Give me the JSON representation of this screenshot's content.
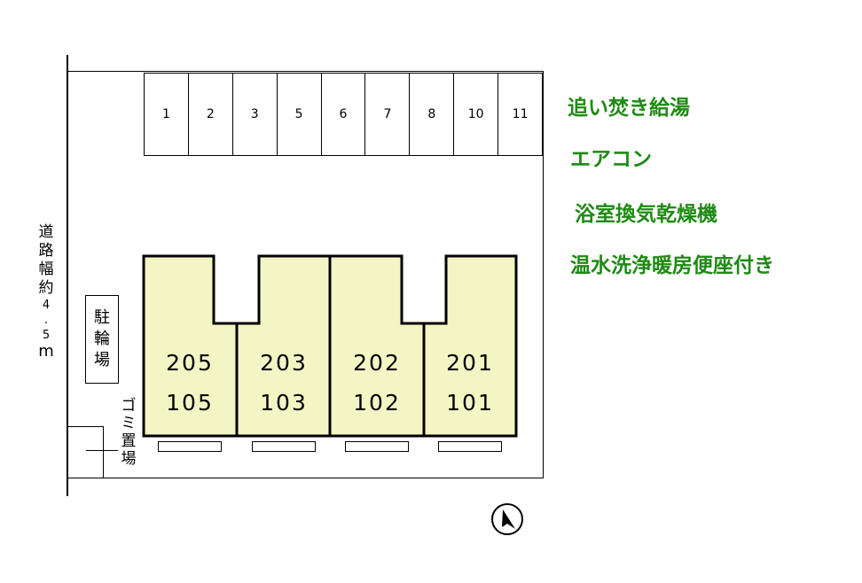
{
  "parking": {
    "spaces": [
      "1",
      "2",
      "3",
      "5",
      "6",
      "7",
      "8",
      "10",
      "11"
    ]
  },
  "road_label": {
    "chars": [
      "道",
      "路",
      "幅",
      "約"
    ],
    "value": [
      "4",
      ".",
      "5"
    ],
    "unit": "m"
  },
  "bicycle_parking": {
    "chars": [
      "駐",
      "輪",
      "場"
    ]
  },
  "garbage_area": {
    "chars": [
      "ゴ",
      "ミ",
      "置",
      "場"
    ]
  },
  "units": [
    {
      "upper": "205",
      "lower": "105"
    },
    {
      "upper": "203",
      "lower": "103"
    },
    {
      "upper": "202",
      "lower": "102"
    },
    {
      "upper": "201",
      "lower": "101"
    }
  ],
  "amenities": [
    "追い焚き給湯",
    "エアコン",
    "浴室換気乾燥機",
    "温水洗浄暖房便座付き"
  ],
  "colors": {
    "building_fill": "#f3f6c4",
    "amenity_text": "#1f8a14"
  },
  "compass_icon": "north-arrow-icon"
}
